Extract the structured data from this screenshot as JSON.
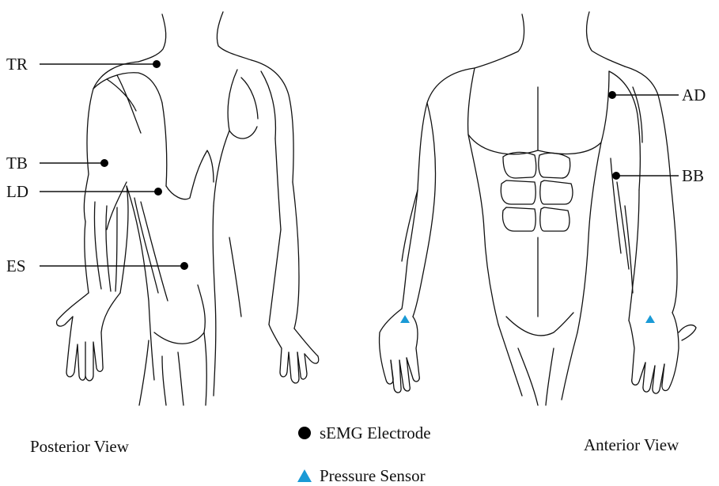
{
  "figure": {
    "posterior_view_label": "Posterior View",
    "anterior_view_label": "Anterior View"
  },
  "muscle_labels": {
    "tr": "TR",
    "tb": "TB",
    "ld": "LD",
    "es": "ES",
    "ad": "AD",
    "bb": "BB"
  },
  "legend": {
    "electrode_label": "sEMG Electrode",
    "sensor_label": "Pressure Sensor",
    "electrode_icon": "black-dot-icon",
    "sensor_icon": "blue-triangle-icon"
  },
  "colors": {
    "line": "#111111",
    "electrode": "#000000",
    "sensor": "#1a9ad6"
  }
}
